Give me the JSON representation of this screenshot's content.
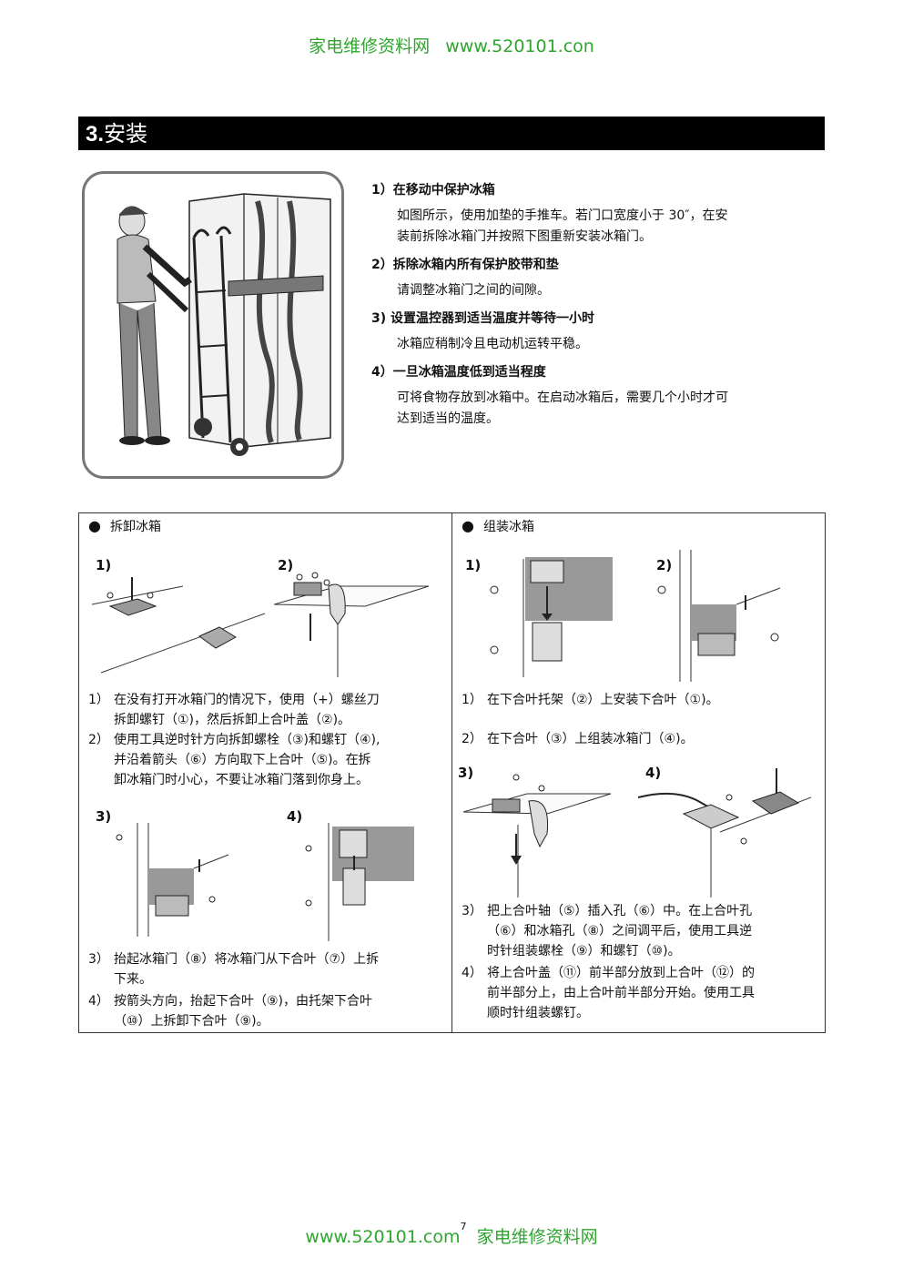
{
  "header": {
    "site_name": "家电维修资料网",
    "url": "www.520101.con"
  },
  "section": {
    "number": "3.",
    "title": "安装"
  },
  "steps": [
    {
      "head": "1）在移动中保护冰箱",
      "body_lines": [
        "如图所示，使用加垫的手推车。若门口宽度小于 30″，在安",
        "装前拆除冰箱门并按照下图重新安装冰箱门。"
      ]
    },
    {
      "head": "2）拆除冰箱内所有保护胶带和垫",
      "body_lines": [
        "请调整冰箱门之间的间隙。"
      ]
    },
    {
      "head": "3) 设置温控器到适当温度并等待一小时",
      "body_lines": [
        "冰箱应稍制冷且电动机运转平稳。"
      ]
    },
    {
      "head": "4）一旦冰箱温度低到适当程度",
      "body_lines": [
        "可将食物存放到冰箱中。在启动冰箱后，需要几个小时才可",
        "达到适当的温度。"
      ]
    }
  ],
  "left_col": {
    "bullet": "●",
    "heading": "拆卸冰箱",
    "fig_labels": {
      "a": "1)",
      "b": "2)",
      "c": "3)",
      "d": "4)"
    },
    "para1": {
      "num": "1）",
      "lines": [
        "在没有打开冰箱门的情况下，使用（+）螺丝刀",
        "拆卸螺钉（①)，然后拆卸上合叶盖（②)。"
      ]
    },
    "para2": {
      "num": "2）",
      "lines": [
        "使用工具逆时针方向拆卸螺栓（③)和螺钉（④),",
        "并沿着箭头（⑥）方向取下上合叶（⑤)。在拆",
        "卸冰箱门时小心，不要让冰箱门落到你身上。"
      ]
    },
    "para3": {
      "num": "3）",
      "lines": [
        "抬起冰箱门（⑧）将冰箱门从下合叶（⑦）上拆",
        "下来。"
      ]
    },
    "para4": {
      "num": "4）",
      "lines": [
        "按箭头方向，抬起下合叶（⑨)，由托架下合叶",
        "（⑩）上拆卸下合叶（⑨)。"
      ]
    }
  },
  "right_col": {
    "bullet": "●",
    "heading": "组装冰箱",
    "fig_labels": {
      "a": "1)",
      "b": "2)",
      "c": "3)",
      "d": "4)"
    },
    "para1": {
      "num": "1）",
      "lines": [
        "在下合叶托架（②）上安装下合叶（①)。"
      ]
    },
    "para2": {
      "num": "2）",
      "lines": [
        "在下合叶（③）上组装冰箱门（④)。"
      ]
    },
    "para3": {
      "num": "3）",
      "lines": [
        "把上合叶轴（⑤）插入孔（⑥）中。在上合叶孔",
        "（⑥）和冰箱孔（⑧）之间调平后，使用工具逆",
        "时针组装螺栓（⑨）和螺钉（⑩)。"
      ]
    },
    "para4": {
      "num": "4）",
      "lines": [
        "将上合叶盖（⑪）前半部分放到上合叶（⑫）的",
        "前半部分上，由上合叶前半部分开始。使用工具",
        "顺时针组装螺钉。"
      ]
    }
  },
  "footer": {
    "url": "www.520101.com",
    "page": "7",
    "site_name": "家电维修资料网"
  },
  "colors": {
    "link": "#2ea62e",
    "bar": "#000000",
    "border": "#333333"
  }
}
